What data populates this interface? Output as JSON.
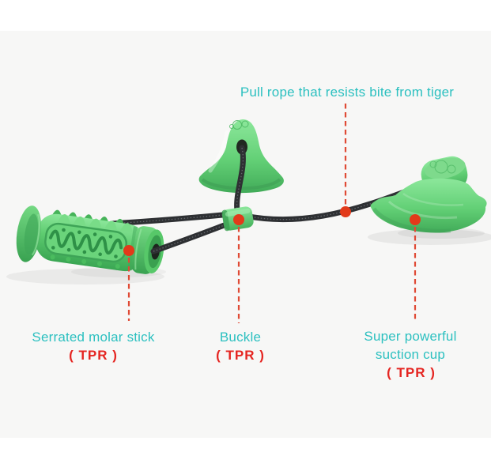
{
  "scene": {
    "background_top_bottom": "#ffffff",
    "photo_background": "#f7f7f6"
  },
  "colors": {
    "label_teal": "#2cc0c0",
    "label_red": "#e52521",
    "dot_red": "#e23a1a",
    "leader_red": "#e04a35",
    "rope_dark": "#2e3033",
    "toy_green": "#5ecc70",
    "toy_green_light": "#8ce79b",
    "toy_green_dark": "#3aa653"
  },
  "callouts": {
    "pull_rope": {
      "label": "Pull rope that resists bite from tiger"
    },
    "molar_stick": {
      "label": "Serrated molar stick",
      "material": "( TPR )"
    },
    "buckle": {
      "label": "Buckle",
      "material": "( TPR )"
    },
    "suction_cup": {
      "label_line1": "Super powerful",
      "label_line2": "suction cup",
      "material": "( TPR )"
    }
  }
}
